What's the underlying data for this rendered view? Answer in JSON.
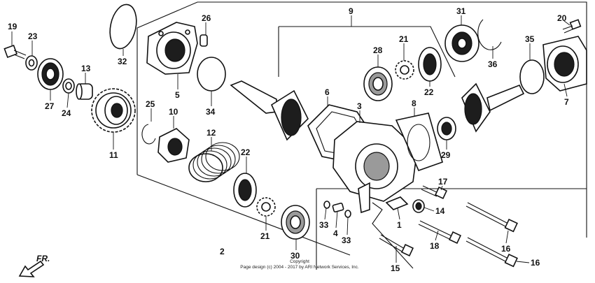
{
  "callouts": [
    {
      "id": "c19",
      "text": "19"
    },
    {
      "id": "c23",
      "text": "23"
    },
    {
      "id": "c32",
      "text": "32"
    },
    {
      "id": "c26",
      "text": "26"
    },
    {
      "id": "c9",
      "text": "9"
    },
    {
      "id": "c31",
      "text": "31"
    },
    {
      "id": "c20",
      "text": "20"
    },
    {
      "id": "c13",
      "text": "13"
    },
    {
      "id": "c28",
      "text": "28"
    },
    {
      "id": "c21a",
      "text": "21"
    },
    {
      "id": "c35",
      "text": "35"
    },
    {
      "id": "c36",
      "text": "36"
    },
    {
      "id": "c5",
      "text": "5"
    },
    {
      "id": "c27",
      "text": "27"
    },
    {
      "id": "c24",
      "text": "24"
    },
    {
      "id": "c22a",
      "text": "22"
    },
    {
      "id": "c34",
      "text": "34"
    },
    {
      "id": "c7",
      "text": "7"
    },
    {
      "id": "c6",
      "text": "6"
    },
    {
      "id": "c3",
      "text": "3"
    },
    {
      "id": "c8",
      "text": "8"
    },
    {
      "id": "c25",
      "text": "25"
    },
    {
      "id": "c10",
      "text": "10"
    },
    {
      "id": "c29",
      "text": "29"
    },
    {
      "id": "c12",
      "text": "12"
    },
    {
      "id": "c11",
      "text": "11"
    },
    {
      "id": "c22b",
      "text": "22"
    },
    {
      "id": "c17",
      "text": "17"
    },
    {
      "id": "c14",
      "text": "14"
    },
    {
      "id": "c1",
      "text": "1"
    },
    {
      "id": "c33a",
      "text": "33"
    },
    {
      "id": "c4",
      "text": "4"
    },
    {
      "id": "c33b",
      "text": "33"
    },
    {
      "id": "c21b",
      "text": "21"
    },
    {
      "id": "c18",
      "text": "18"
    },
    {
      "id": "c16a",
      "text": "16"
    },
    {
      "id": "c2",
      "text": "2"
    },
    {
      "id": "c30",
      "text": "30"
    },
    {
      "id": "c15",
      "text": "15"
    },
    {
      "id": "c16b",
      "text": "16"
    }
  ],
  "direction_label": "FR.",
  "copyright": {
    "line1": "Copyright",
    "line2": "Page design (c) 2004 - 2017 by ARI Network Services, Inc."
  }
}
